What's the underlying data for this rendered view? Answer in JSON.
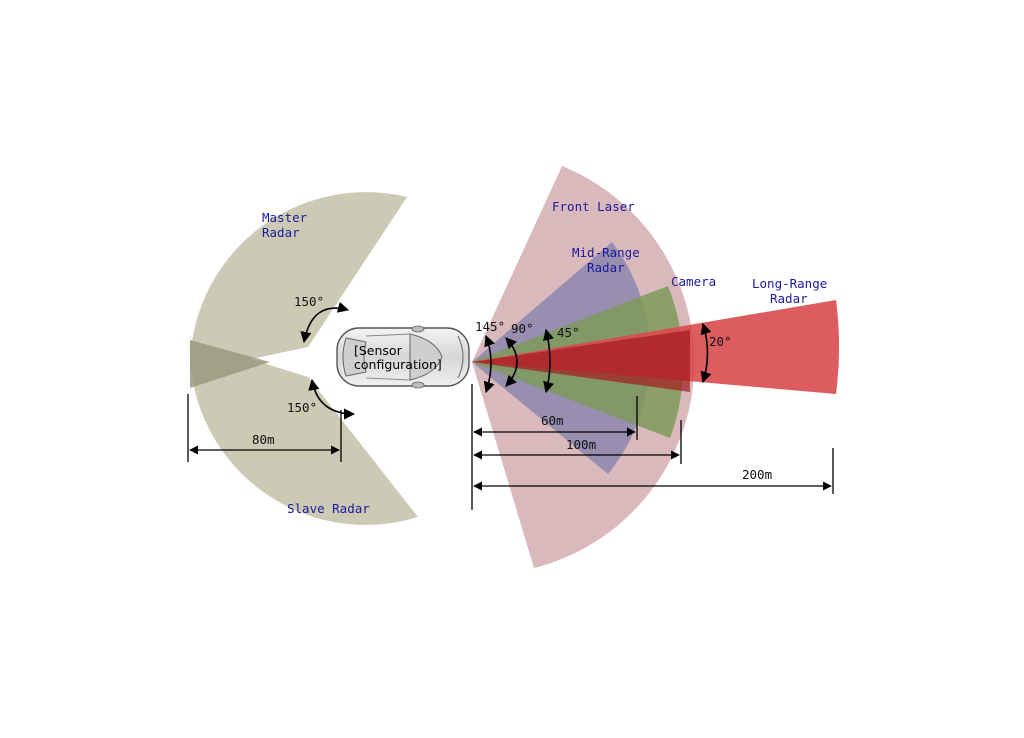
{
  "sensors": {
    "master_radar": {
      "label_line1": "Master",
      "label_line2": "Radar",
      "angle": "150°",
      "color": "#c9c7b0"
    },
    "slave_radar": {
      "label": "Slave Radar",
      "angle": "150°",
      "range": "80m",
      "color": "#c9c7b0"
    },
    "front_laser": {
      "label": "Front Laser",
      "angle": "145°",
      "range": "100m",
      "color": "#d9b9bc"
    },
    "mid_range_radar": {
      "label_line1": "Mid-Range",
      "label_line2": "Radar",
      "angle": "90°",
      "range": "60m",
      "color": "#8f8aae"
    },
    "camera": {
      "label": "Camera",
      "angle": "45°",
      "color": "#7e9a5a"
    },
    "long_range_radar": {
      "label_line1": "Long-Range",
      "label_line2": "Radar",
      "angle": "20°",
      "range": "200m",
      "color": "#d94a4e"
    }
  },
  "car": {
    "label_line1": "[Sensor",
    "label_line2": "configuration]"
  }
}
